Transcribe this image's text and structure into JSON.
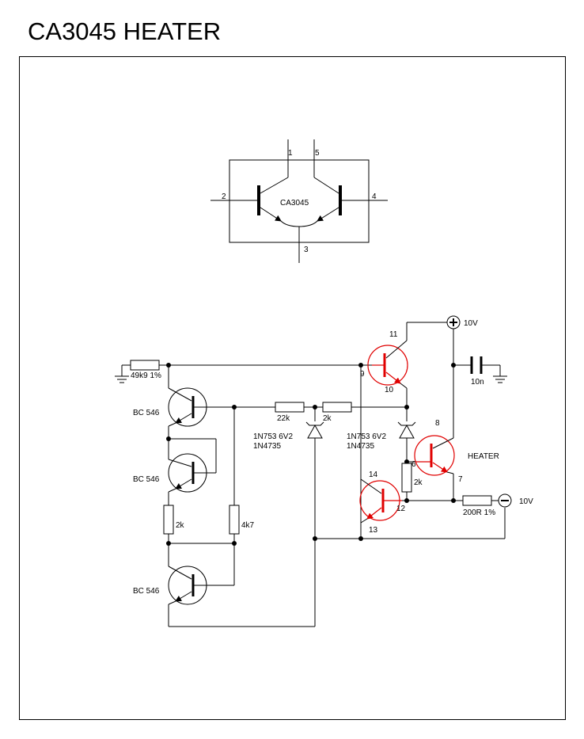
{
  "title": "CA3045 HEATER",
  "pinout": {
    "chip": "CA3045",
    "pins": [
      "1",
      "5",
      "2",
      "4",
      "3"
    ]
  },
  "transistors": {
    "t1": "BC 546",
    "t2": "BC 546",
    "t3": "BC 546"
  },
  "resistors": {
    "r1": "49k9 1%",
    "r2": "22k",
    "r3": "2k",
    "r4": "2k",
    "r5": "4k7",
    "r6": "2k",
    "r7": "200R 1%"
  },
  "zeners": {
    "z1_line1": "1N753 6V2",
    "z1_line2": "1N4735",
    "z2_line1": "1N753 6V2",
    "z2_line2": "1N4735"
  },
  "capacitor": "10n",
  "supply": {
    "pos": "10V",
    "neg": "10V"
  },
  "heater_label": "HEATER",
  "pin_numbers": {
    "p9": "9",
    "p10": "10",
    "p11": "11",
    "p8": "8",
    "p6": "6",
    "p7": "7",
    "p12": "12",
    "p13": "13",
    "p14": "14"
  },
  "colors": {
    "line": "#000000",
    "highlight": "#e00000"
  }
}
